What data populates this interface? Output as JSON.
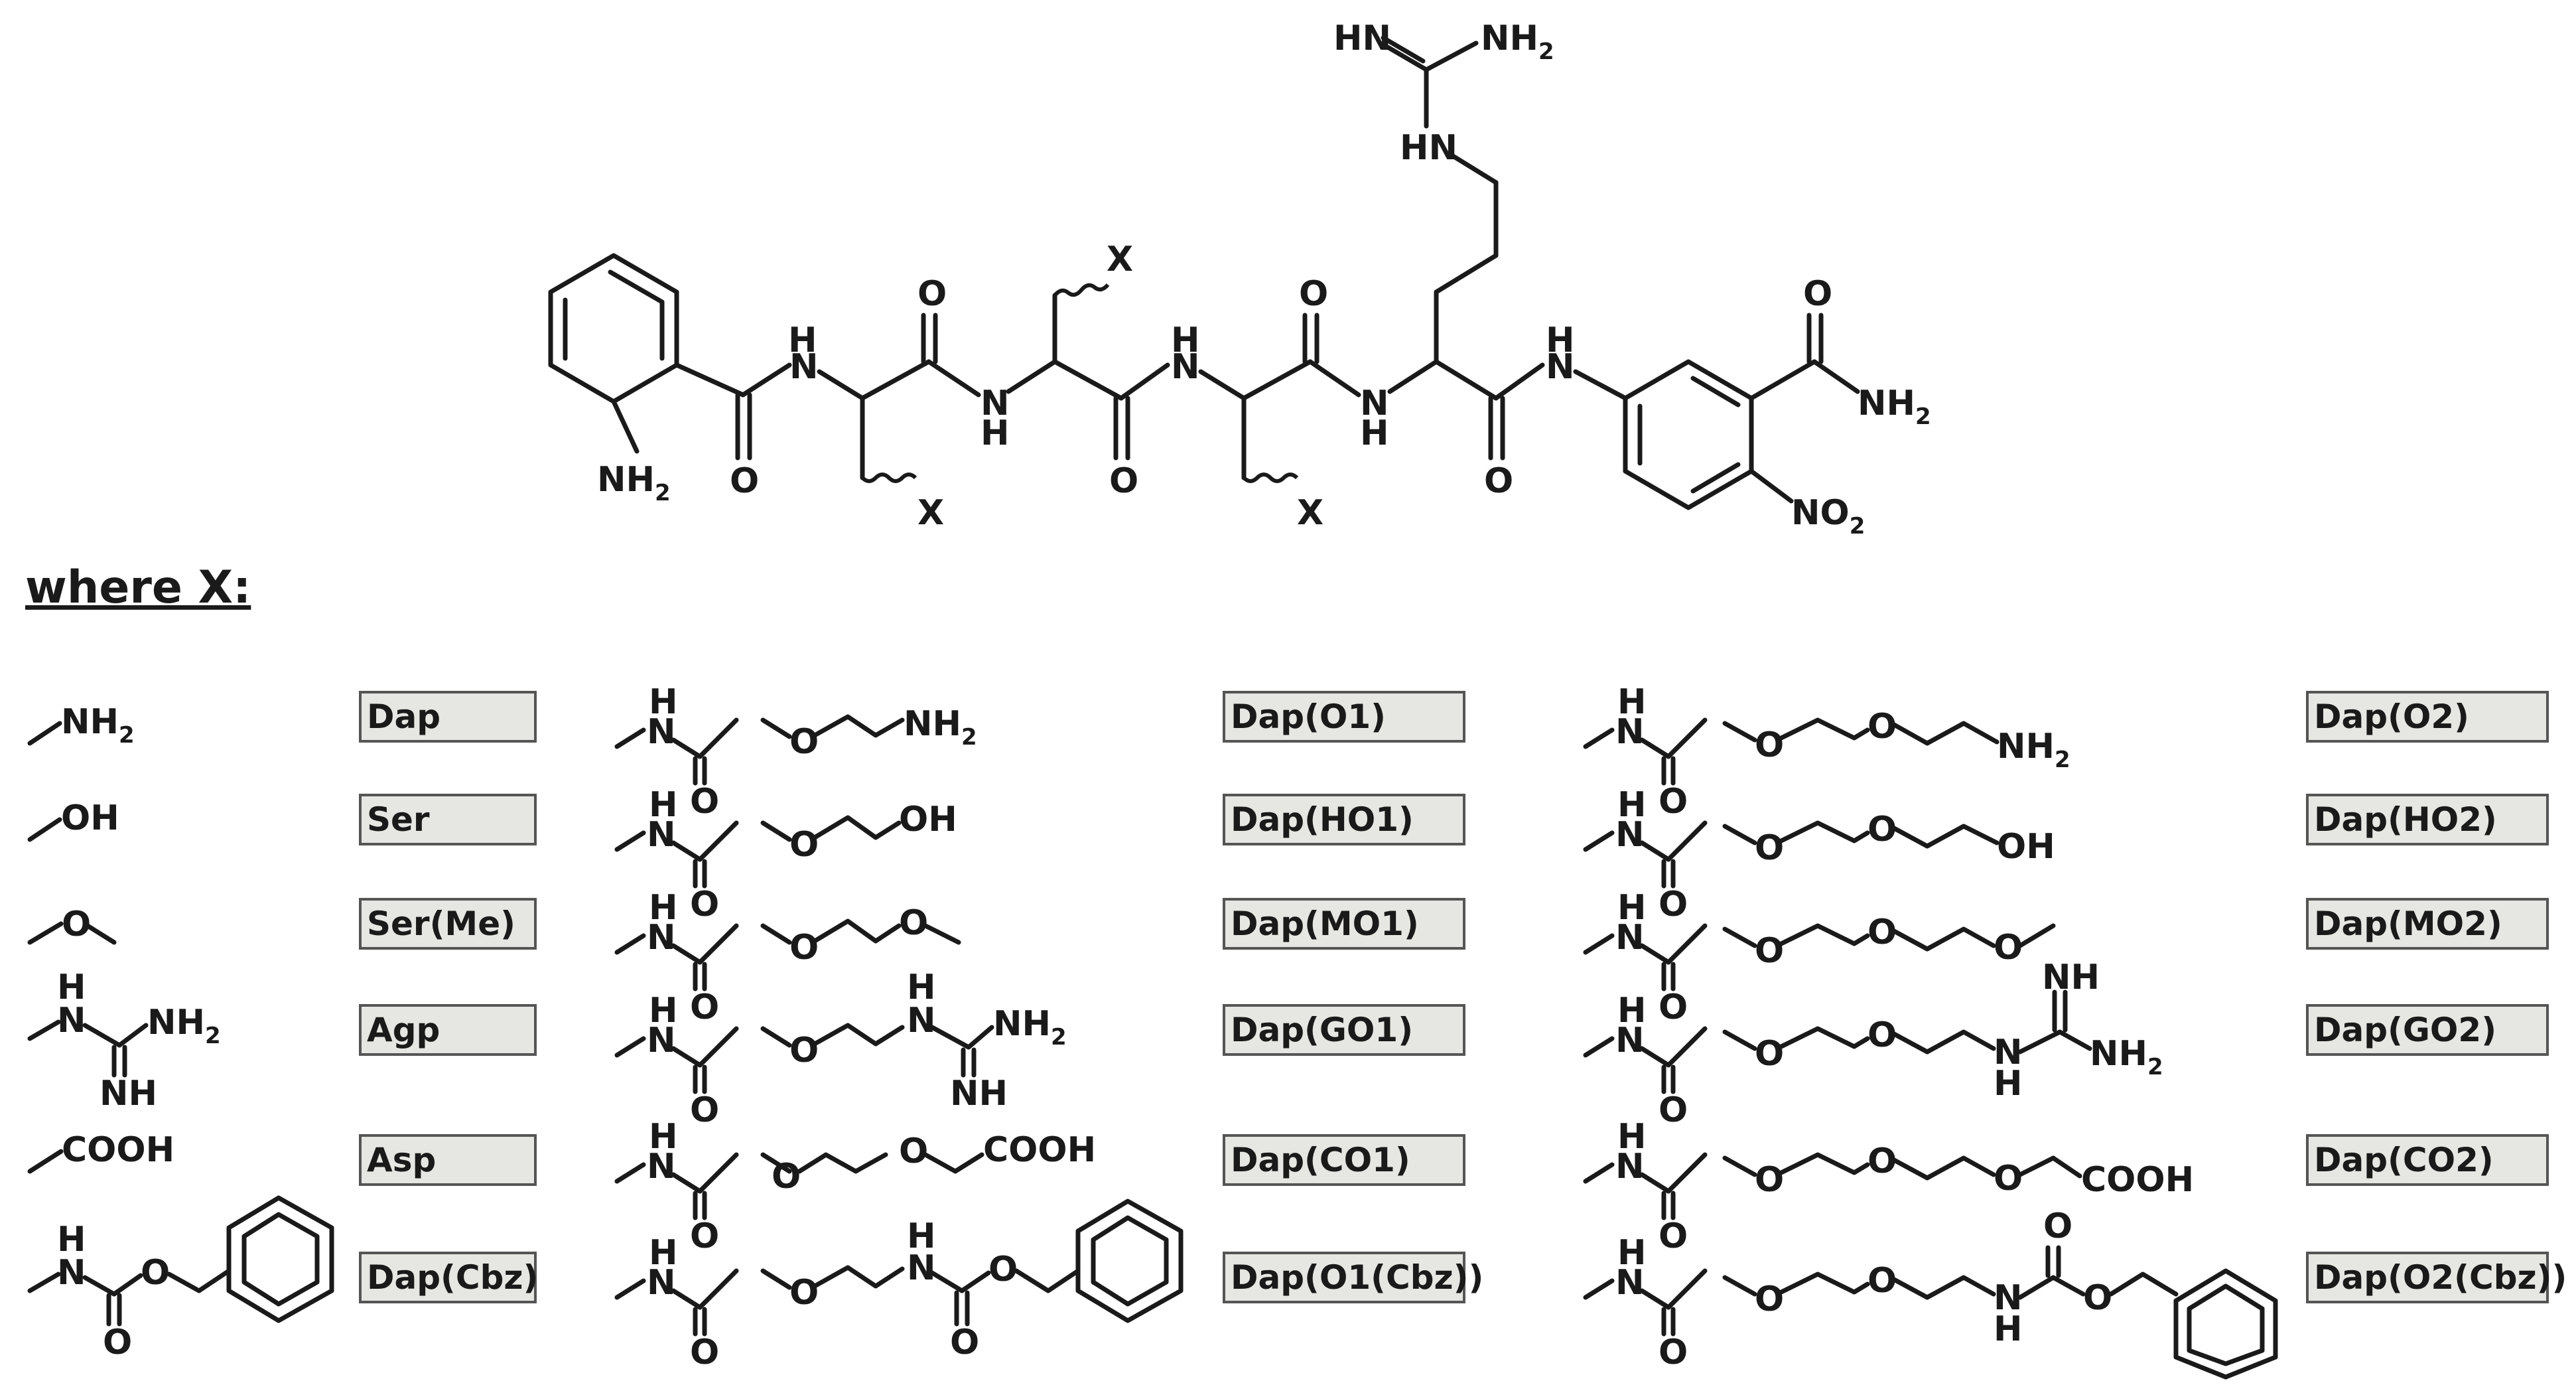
{
  "heading": "where X:",
  "core": {
    "atoms": {
      "guan_hn": "HN",
      "guan_nh2": "NH",
      "guan_nh2_sub": "2",
      "guan_hn2": "HN",
      "aniline_nh2": "NH",
      "aniline_nh2_sub": "2",
      "amide_h1": "H",
      "amide_n1": "N",
      "o1": "O",
      "o2": "O",
      "amide_n2": "N",
      "amide_h2": "H",
      "x1": "X",
      "x2": "X",
      "o3": "O",
      "amide_h3": "H",
      "amide_n3": "N",
      "o4": "O",
      "x3": "X",
      "amide_n4": "N",
      "amide_h4": "H",
      "o5": "O",
      "amide_h5": "H",
      "amide_n5": "N",
      "o6": "O",
      "terminal_nh2": "NH",
      "terminal_nh2_sub": "2",
      "no2": "NO",
      "no2_sub": "2"
    }
  },
  "labels": {
    "col1": [
      "Dap",
      "Ser",
      "Ser(Me)",
      "Agp",
      "Asp",
      "Dap(Cbz)"
    ],
    "col2": [
      "Dap(O1)",
      "Dap(HO1)",
      "Dap(MO1)",
      "Dap(GO1)",
      "Dap(CO1)",
      "Dap(O1(Cbz))"
    ],
    "col3": [
      "Dap(O2)",
      "Dap(HO2)",
      "Dap(MO2)",
      "Dap(GO2)",
      "Dap(CO2)",
      "Dap(O2(Cbz))"
    ]
  },
  "groups": {
    "col1": {
      "r1": {
        "t1": "NH",
        "s1": "2"
      },
      "r2": {
        "t1": "OH"
      },
      "r3": {
        "t1": "O"
      },
      "r4": {
        "h": "H",
        "n": "N",
        "nh2": "NH",
        "nh2s": "2",
        "nh": "NH"
      },
      "r5": {
        "t1": "COOH"
      },
      "r6": {
        "h": "H",
        "n": "N",
        "o_dbl": "O",
        "o_est": "O"
      }
    },
    "col2": {
      "amide_h": "H",
      "amide_n": "N",
      "amide_o": "O",
      "ether_o": "O",
      "r1_end": "NH",
      "r1_end_s": "2",
      "r2_end": "OH",
      "r3_o": "O",
      "r4_h": "H",
      "r4_n": "N",
      "r4_nh2": "NH",
      "r4_nh2s": "2",
      "r4_nh": "NH",
      "r5_o2": "O",
      "r5_cooh": "COOH",
      "r6_h": "H",
      "r6_n": "N",
      "r6_odbl": "O",
      "r6_oest": "O"
    },
    "col3": {
      "amide_h": "H",
      "amide_n": "N",
      "amide_o": "O",
      "ether_o": "O",
      "r1_end": "NH",
      "r1_end_s": "2",
      "r2_end": "OH",
      "r4_h": "H",
      "r4_n": "N",
      "r4_nh_top": "NH",
      "r4_nh2": "NH",
      "r4_nh2s": "2",
      "r5_cooh": "COOH",
      "r6_h": "H",
      "r6_n": "N",
      "r6_otop": "O",
      "r6_oest": "O"
    }
  }
}
